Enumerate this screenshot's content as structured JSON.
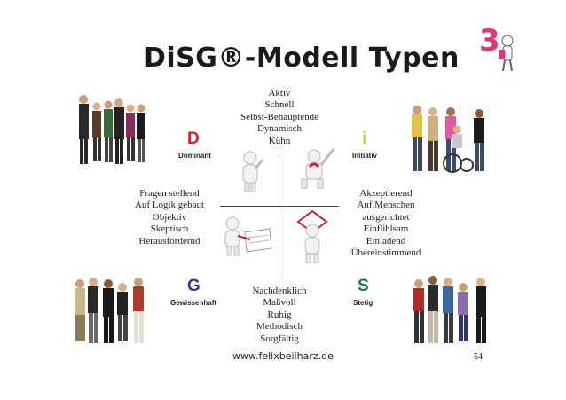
{
  "slide": {
    "title": "DiSG®-Modell Typen",
    "top_traits": [
      "Aktiv",
      "Schnell",
      "Selbst-Behauptende",
      "Dynamisch",
      "Kühn"
    ],
    "left_traits": [
      "Fragen stellend",
      "Auf Logik gebaut",
      "Objektiv",
      "Skeptisch",
      "Herausfordernd"
    ],
    "right_traits": [
      "Akzeptierend",
      "Auf Menschen",
      "ausgerichtet",
      "Einfühlsam",
      "Einladend",
      "Übereinstimmend"
    ],
    "bottom_traits": [
      "Nachdenklich",
      "Maßvoll",
      "Ruhig",
      "Methodisch",
      "Sorgfältig"
    ],
    "quadrants": {
      "d": {
        "letter": "D",
        "label": "Dominant",
        "color": "#cc1f2f"
      },
      "i": {
        "letter": "i",
        "label": "Initiativ",
        "color": "#e8d400"
      },
      "g": {
        "letter": "G",
        "label": "Gewissenhaft",
        "color": "#2e3a8c"
      },
      "s": {
        "letter": "S",
        "label": "Stetig",
        "color": "#1f7a4a"
      }
    },
    "corner_logo": {
      "number": "3",
      "color": "#e0357a"
    },
    "footer_url": "www.felixbeilharz.de",
    "page_number": "54"
  }
}
